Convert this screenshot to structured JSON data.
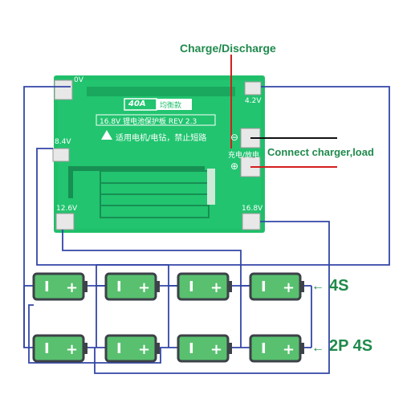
{
  "callouts": {
    "charge_discharge": "Charge/Discharge",
    "connect_charger_load": "Connect charger,load"
  },
  "board": {
    "current_rating": "40A",
    "brand_badge": "均衡款",
    "model_line": "16.8V 锂电池保护板 REV 2.3",
    "warning_text": "适用电机/电钻，禁止短路",
    "port_label": "充电/放电",
    "pad_labels": {
      "top_left": "0V",
      "left_8_4": "8.4V",
      "left_12_6": "12.6V",
      "right_4_2": "4.2V",
      "right_16_8": "16.8V"
    },
    "pad_symbols": {
      "minus": "⊖",
      "plus": "⊕"
    }
  },
  "series_labels": {
    "row1": "4S",
    "row2": "2P 4S",
    "arrow": "←"
  },
  "cell": {
    "minus": "I",
    "plus": "+"
  },
  "colors": {
    "board": "#1fbf6a",
    "battery": "#58c06f",
    "wire": "#3346a8",
    "red_wire": "#d41e1e",
    "label_green": "#1f8a4c"
  }
}
